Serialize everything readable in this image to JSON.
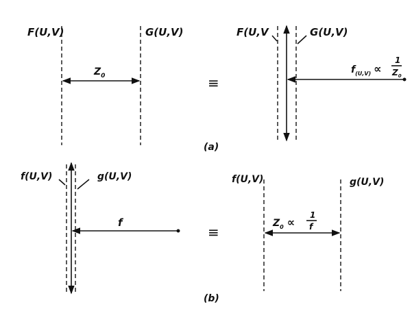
{
  "panel_a": {
    "caption": "(a)",
    "left": {
      "label_F": "F(U,V)",
      "label_G": "G(U,V)",
      "distance_label": "Z",
      "distance_subscript": "0"
    },
    "equivalence_symbol": "≡",
    "right": {
      "label_F": "F(U,V",
      "label_G": "G(U,V)",
      "focal_label": "f",
      "focal_subscript": "(U,V)",
      "proportional_symbol": "∝",
      "fraction_numerator": "1",
      "fraction_denominator": "Z",
      "fraction_denominator_subscript": "0"
    }
  },
  "panel_b": {
    "caption": "(b)",
    "left": {
      "label_f": "f(U,V)",
      "label_g": "g(U,V)",
      "focal_label": "f"
    },
    "equivalence_symbol": "≡",
    "right": {
      "label_f": "f(U,V)",
      "label_g": "g(U,V)",
      "distance_label": "Z",
      "distance_subscript": "0",
      "proportional_symbol": "∝",
      "fraction_numerator": "1",
      "fraction_denominator": "f"
    }
  }
}
